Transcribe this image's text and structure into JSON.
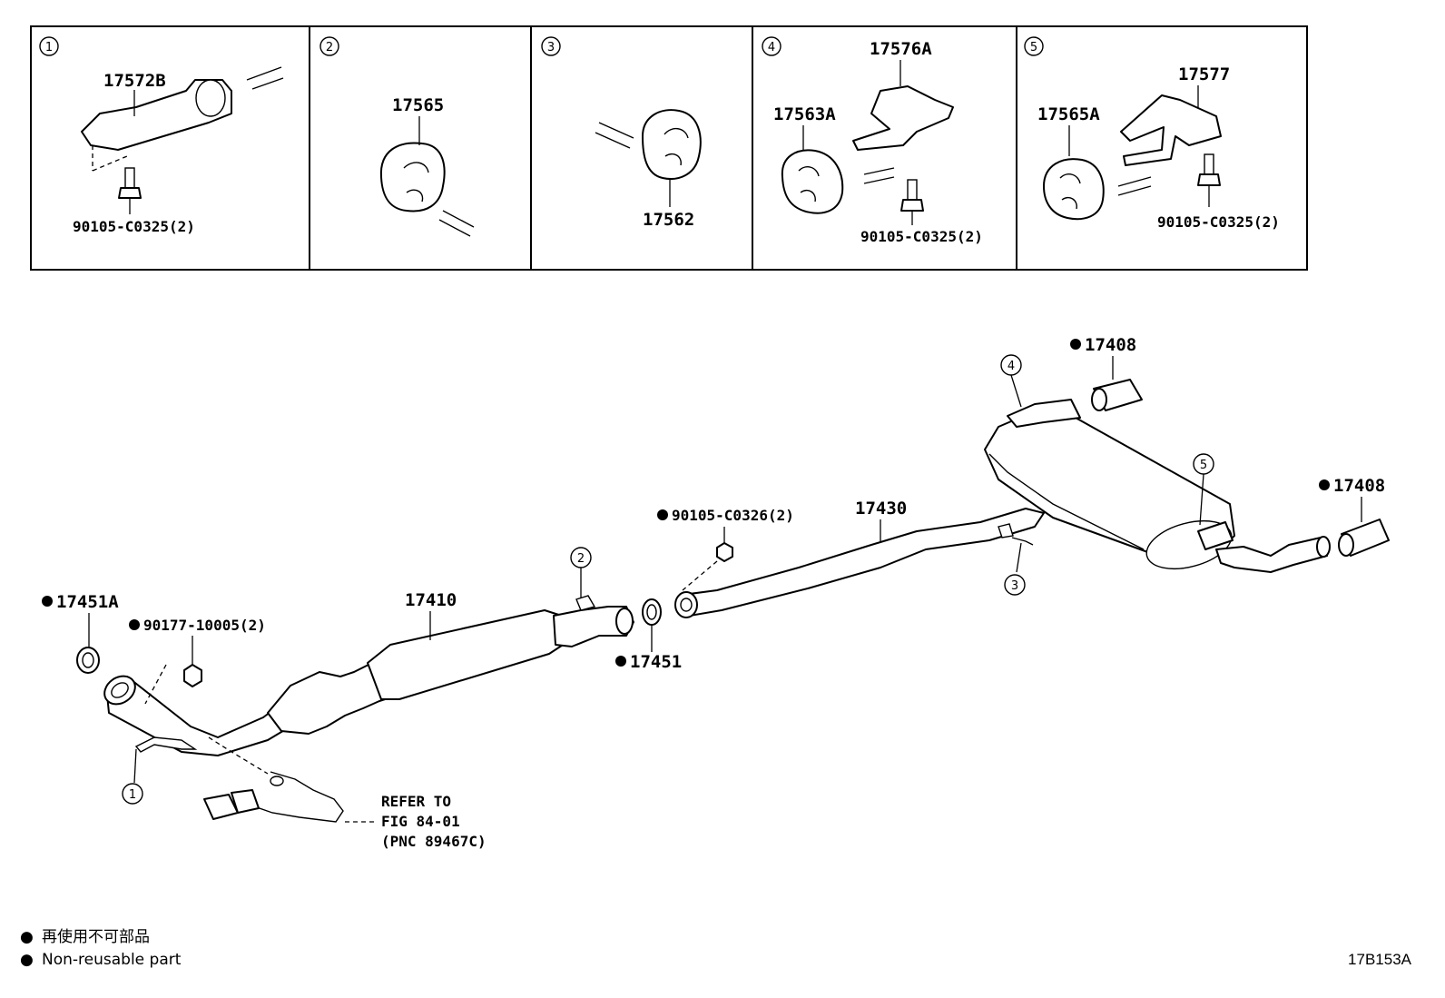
{
  "insets": [
    {
      "num": "1",
      "parts": [
        "17572B",
        "90105-C0325(2)"
      ]
    },
    {
      "num": "2",
      "parts": [
        "17565"
      ]
    },
    {
      "num": "3",
      "parts": [
        "17562"
      ]
    },
    {
      "num": "4",
      "parts": [
        "17576A",
        "17563A",
        "90105-C0325(2)"
      ]
    },
    {
      "num": "5",
      "parts": [
        "17577",
        "17565A",
        "90105-C0325(2)"
      ]
    }
  ],
  "main_labels": {
    "tail_pipe_top": "17408",
    "tail_pipe_right": "17408",
    "tail_pipe": "17430",
    "bolt": "90105-C0326(2)",
    "center_pipe": "17410",
    "gasket_front": "17451A",
    "nut": "90177-10005(2)",
    "gasket_mid": "17451"
  },
  "callouts": [
    "1",
    "2",
    "3",
    "4",
    "5"
  ],
  "refer_note": [
    "REFER TO",
    "FIG 84-01",
    "(PNC 89467C)"
  ],
  "legend": [
    {
      "symbol": "●",
      "text": "再使用不可部品"
    },
    {
      "symbol": "●",
      "text": "Non-reusable part"
    }
  ],
  "figure_code": "17B153A"
}
